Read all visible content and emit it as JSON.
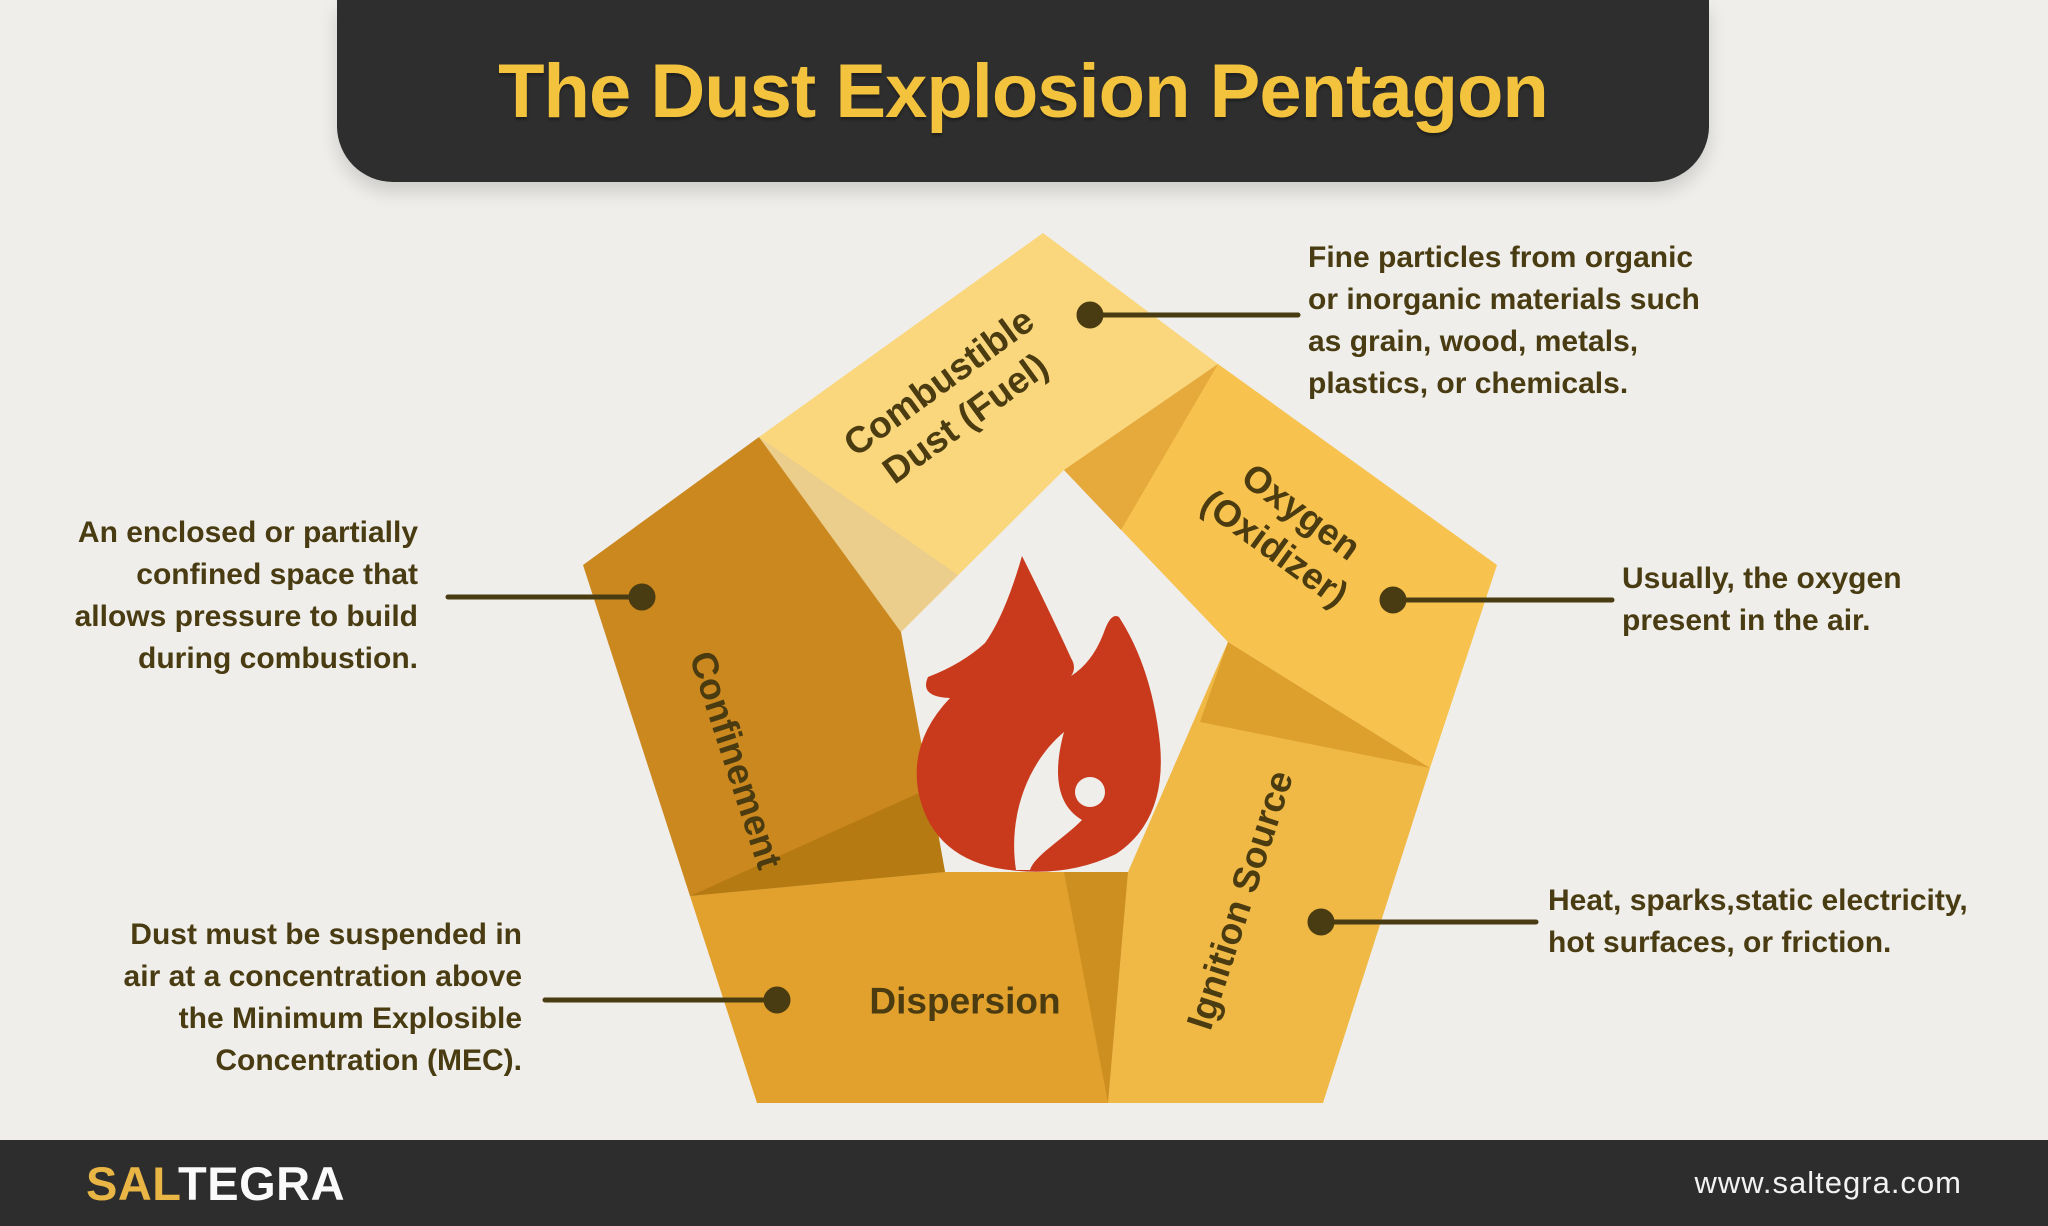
{
  "title": "The Dust Explosion Pentagon",
  "colors": {
    "background": "#EFEEEB",
    "header_bg": "#2E2E2E",
    "title_text": "#F3C33D",
    "body_text": "#4A3C12",
    "line": "#4A3C12",
    "flame": "#C93A1D",
    "footer_bg": "#2D2D2D",
    "brand_gold": "#E9B544"
  },
  "pentagon": {
    "center_icon": "flame-icon",
    "flame_color": "#C93A1D",
    "segments": [
      {
        "id": "combustible-dust",
        "label": "Combustible\nDust (Fuel)",
        "color": "#FAD77C",
        "fold_color": "#EBCD8C",
        "description": "Fine particles from organic\nor inorganic materials such\nas grain, wood, metals,\nplastics, or chemicals."
      },
      {
        "id": "oxygen",
        "label": "Oxygen\n(Oxidizer)",
        "color": "#F7C24E",
        "fold_color": "#E5A93C",
        "description": "Usually, the oxygen\npresent in the air."
      },
      {
        "id": "ignition-source",
        "label": "Ignition Source",
        "color": "#F0B945",
        "fold_color": "#DDA02D",
        "description": "Heat, sparks,static electricity,\nhot surfaces, or friction."
      },
      {
        "id": "dispersion",
        "label": "Dispersion",
        "color": "#E2A12C",
        "fold_color": "#CE8F21",
        "description": "Dust must be suspended in\nair at a concentration above\nthe Minimum Explosible\nConcentration (MEC)."
      },
      {
        "id": "confinement",
        "label": "Confinement",
        "color": "#CB881E",
        "fold_color": "#B67A12",
        "description": "An enclosed or partially\nconfined space that\nallows pressure to build\nduring combustion."
      }
    ]
  },
  "footer": {
    "brand_gold": "SAL",
    "brand_white": "TEGRA",
    "website": "www.saltegra.com"
  }
}
